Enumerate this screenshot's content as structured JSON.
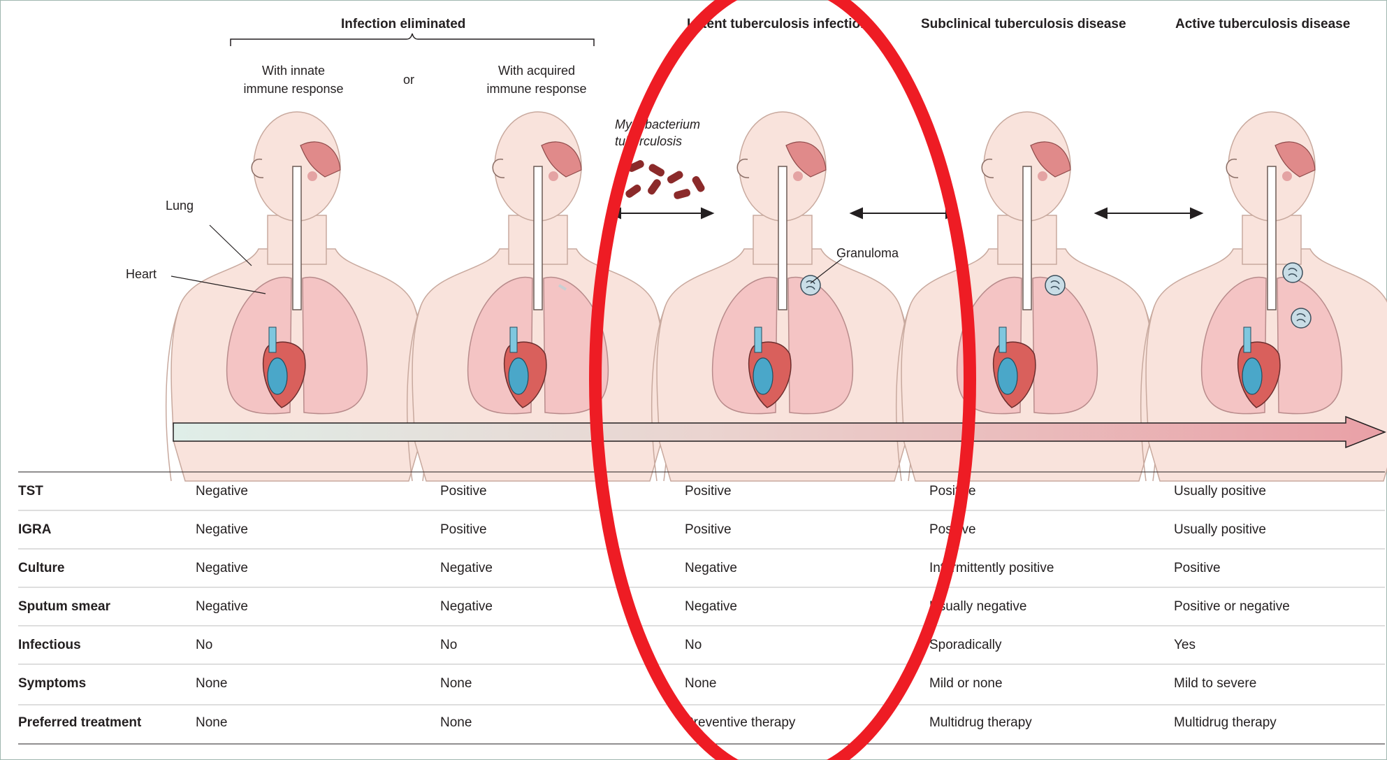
{
  "headers": {
    "infection_eliminated": "Infection eliminated",
    "innate": "With innate\nimmune response",
    "or": "or",
    "acquired": "With acquired\nimmune response",
    "latent": "Latent tuberculosis infection",
    "subclinical": "Subclinical tuberculosis disease",
    "active": "Active tuberculosis disease"
  },
  "labels": {
    "lung": "Lung",
    "heart": "Heart",
    "mycobacterium": "Mycobacterium\ntuberculosis",
    "granuloma": "Granuloma"
  },
  "table": {
    "rows": [
      {
        "name": "TST",
        "values": [
          "Negative",
          "Positive",
          "Positive",
          "Positive",
          "Usually positive"
        ]
      },
      {
        "name": "IGRA",
        "values": [
          "Negative",
          "Positive",
          "Positive",
          "Positive",
          "Usually positive"
        ]
      },
      {
        "name": "Culture",
        "values": [
          "Negative",
          "Negative",
          "Negative",
          "Intermittently positive",
          "Positive"
        ]
      },
      {
        "name": "Sputum smear",
        "values": [
          "Negative",
          "Negative",
          "Negative",
          "Usually negative",
          "Positive or negative"
        ]
      },
      {
        "name": "Infectious",
        "values": [
          "No",
          "No",
          "No",
          "Sporadically",
          "Yes"
        ]
      },
      {
        "name": "Symptoms",
        "values": [
          "None",
          "None",
          "None",
          "Mild or none",
          "Mild to severe"
        ]
      },
      {
        "name": "Preferred treatment",
        "values": [
          "None",
          "None",
          "Preventive therapy",
          "Multidrug therapy",
          "Multidrug therapy"
        ]
      }
    ]
  },
  "colors": {
    "skin": "#f9e3dc",
    "lung": "#f4c4c4",
    "highlight": "#ee1c24",
    "arrow_start": "#dfeee8",
    "arrow_end": "#e9a0a6"
  }
}
